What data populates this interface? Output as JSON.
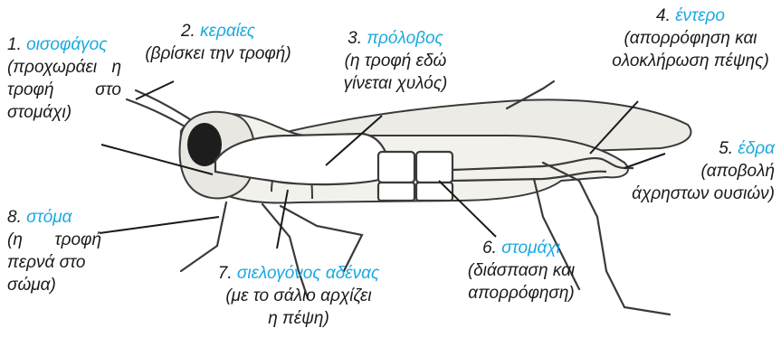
{
  "labels": [
    {
      "id": "oisofagos",
      "num": "1.",
      "term": "οισοφάγος",
      "desc": [
        "(προχωράει η",
        "τροφή στο",
        "στομάχι)"
      ]
    },
    {
      "id": "keraies",
      "num": "2.",
      "term": "κεραίες",
      "desc": [
        "(βρίσκει την τροφή)"
      ]
    },
    {
      "id": "prolovos",
      "num": "3.",
      "term": "πρόλοβος",
      "desc": [
        "(η τροφή εδώ",
        "γίνεται χυλός)"
      ]
    },
    {
      "id": "entero",
      "num": "4.",
      "term": "έντερο",
      "desc": [
        "(απορρόφηση και",
        "ολοκλήρωση πέψης)"
      ]
    },
    {
      "id": "edra",
      "num": "5.",
      "term": "έδρα",
      "desc": [
        "(αποβολή",
        "άχρηστων ουσιών)"
      ]
    },
    {
      "id": "stomachi",
      "num": "6.",
      "term": "στομάχι",
      "desc": [
        "(διάσπαση και",
        "απορρόφηση)"
      ]
    },
    {
      "id": "sielogonos",
      "num": "7.",
      "term": "σιελογόνος αδένας",
      "desc": [
        "(με το σάλιο αρχίζει",
        "η πέψη)"
      ]
    },
    {
      "id": "stoma",
      "num": "8.",
      "term": "στόμα",
      "desc": [
        "(η τροφή",
        "περνά στο",
        "σώμα)"
      ]
    }
  ],
  "colors": {
    "term": "#19a9e0",
    "text": "#1a1a1a",
    "line": "#1a1a1a",
    "sketch": "#3a3a3a",
    "gut": "#ffffff"
  }
}
